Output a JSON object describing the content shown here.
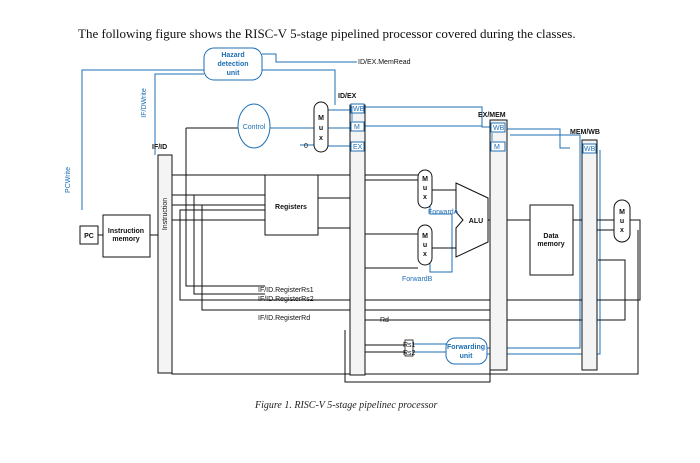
{
  "intro_text": "The following figure shows the RISC-V 5-stage pipelined processor covered during the classes.",
  "caption": "Figure 1. RISC-V 5-stage pipelinec processor",
  "signals": {
    "pc_write": "PCWrite",
    "ifid_write": "IF/DWrite",
    "idex_memread": "ID/EX.MemRead",
    "forward_a": "ForwardA",
    "forward_b": "ForwardB",
    "rs1": "Rs1",
    "rs2": "Rs2",
    "rd": "Rd",
    "ifid_rs1": "IF/ID.RegisterRs1",
    "ifid_rs2": "IF/ID.RegisterRs2",
    "ifid_rd": "IF/ID.RegisterRd",
    "zero": "0"
  },
  "units": {
    "hazard_line1": "Hazard",
    "hazard_line2": "detection",
    "hazard_line3": "unit",
    "control": "Control",
    "pc": "PC",
    "imem_line1": "Instruction",
    "imem_line2": "memory",
    "registers": "Registers",
    "alu": "ALU",
    "dmem_line1": "Data",
    "dmem_line2": "memory",
    "fwd_line1": "Forwarding",
    "fwd_line2": "unit",
    "instruction": "Instruction"
  },
  "pipeline_regs": {
    "ifid": "IF/ID",
    "idex": "ID/EX",
    "exmem": "EX/MEM",
    "memwb": "MEM/WB"
  },
  "fields": {
    "wb": "WB",
    "m": "M",
    "ex": "EX"
  },
  "mux_letters": [
    "M",
    "u",
    "x"
  ],
  "colors": {
    "accent": "#1e6fb5",
    "line": "#111111"
  }
}
